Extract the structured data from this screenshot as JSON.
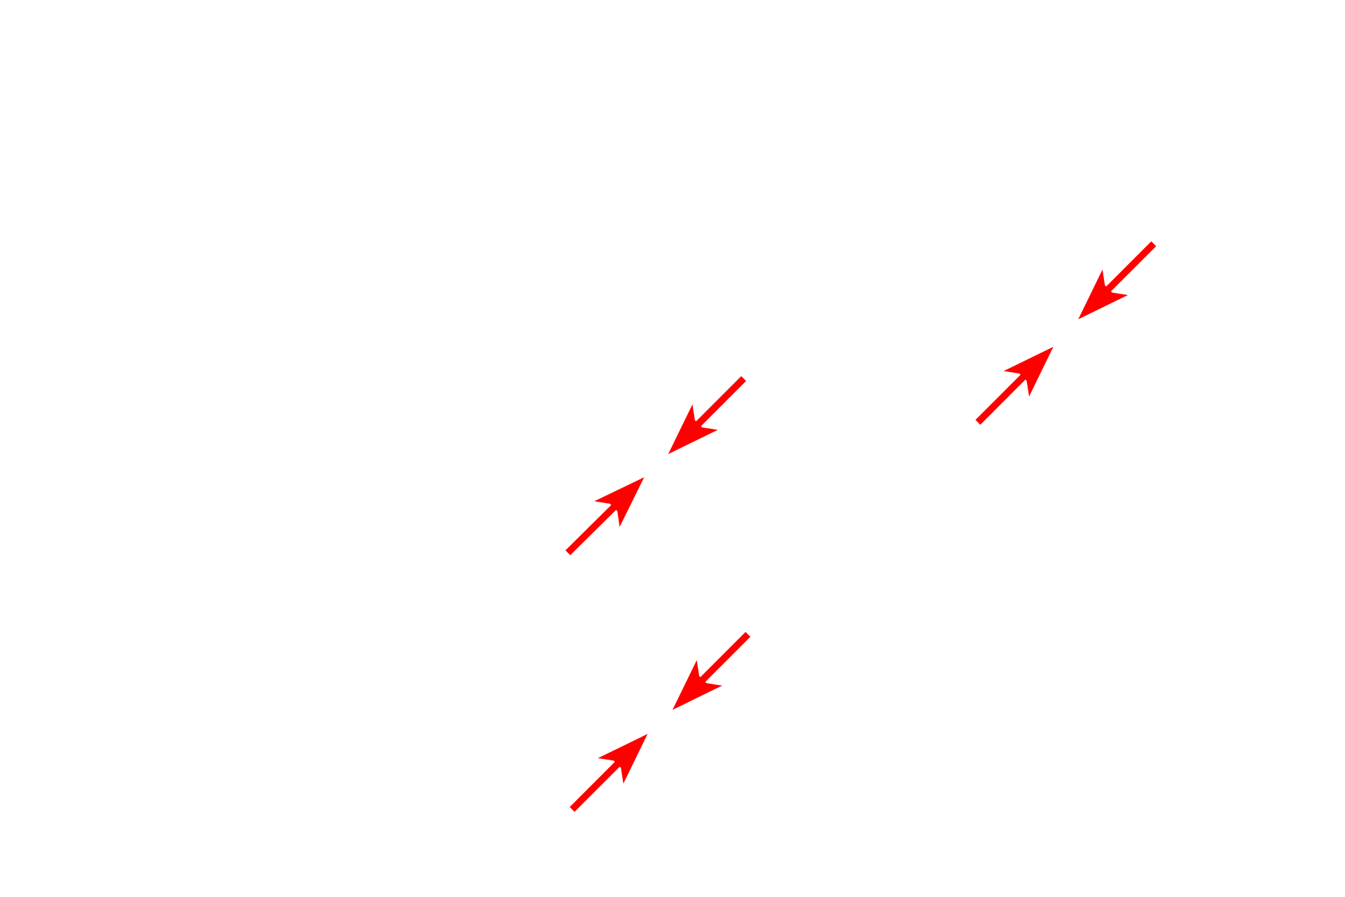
{
  "colors": {
    "arrow": "#ff0000",
    "background": "#ffffff"
  },
  "arrows": [
    {
      "group": "pair-1",
      "direction": "down-left"
    },
    {
      "group": "pair-1",
      "direction": "up-right"
    },
    {
      "group": "pair-2",
      "direction": "down-left"
    },
    {
      "group": "pair-2",
      "direction": "up-right"
    },
    {
      "group": "pair-3",
      "direction": "down-left"
    },
    {
      "group": "pair-3",
      "direction": "up-right"
    }
  ]
}
